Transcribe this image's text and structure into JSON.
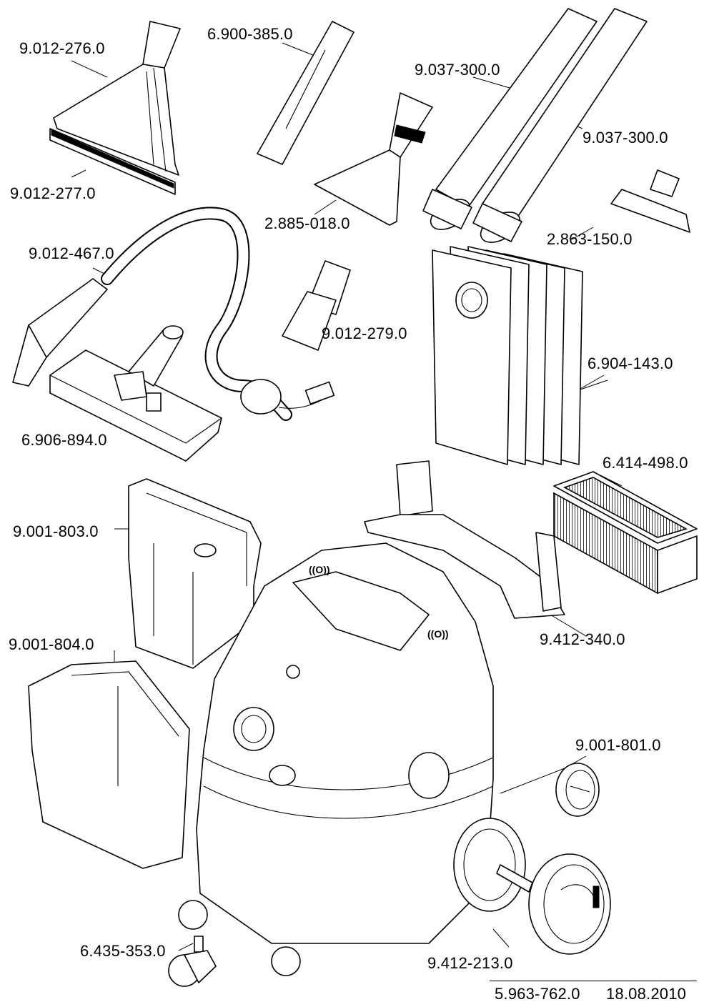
{
  "parts": [
    {
      "id": "p1",
      "number": "9.012-276.0",
      "icon": "upholstery-nozzle"
    },
    {
      "id": "p2",
      "number": "9.012-277.0",
      "icon": "squeegee-strip"
    },
    {
      "id": "p3",
      "number": "6.900-385.0",
      "icon": "crevice-nozzle"
    },
    {
      "id": "p4",
      "number": "9.037-300.0",
      "icon": "suction-tube"
    },
    {
      "id": "p5",
      "number": "9.037-300.0",
      "icon": "suction-tube"
    },
    {
      "id": "p6",
      "number": "2.885-018.0",
      "icon": "upholstery-nozzle"
    },
    {
      "id": "p7",
      "number": "2.863-150.0",
      "icon": "wet-nozzle"
    },
    {
      "id": "p8",
      "number": "9.012-467.0",
      "icon": "suction-hose"
    },
    {
      "id": "p9",
      "number": "9.012-279.0",
      "icon": "adapter-sleeve"
    },
    {
      "id": "p10",
      "number": "6.904-143.0",
      "icon": "filter-bags"
    },
    {
      "id": "p11",
      "number": "6.906-894.0",
      "icon": "floor-nozzle"
    },
    {
      "id": "p12",
      "number": "6.414-498.0",
      "icon": "flat-pleated-filter"
    },
    {
      "id": "p13",
      "number": "9.001-803.0",
      "icon": "container-insert"
    },
    {
      "id": "p14",
      "number": "9.412-340.0",
      "icon": "accessory-holder"
    },
    {
      "id": "p15",
      "number": "9.001-804.0",
      "icon": "container-insert"
    },
    {
      "id": "p16",
      "number": "9.001-801.0",
      "icon": "wheel-cap"
    },
    {
      "id": "p17",
      "number": "6.435-353.0",
      "icon": "castor-wheel"
    },
    {
      "id": "p18",
      "number": "9.412-213.0",
      "icon": "rear-wheel"
    }
  ],
  "footer": {
    "drawing_number": "5.963-762.0",
    "date": "18.08.2010"
  },
  "colors": {
    "line": "#000000",
    "background": "#ffffff"
  }
}
